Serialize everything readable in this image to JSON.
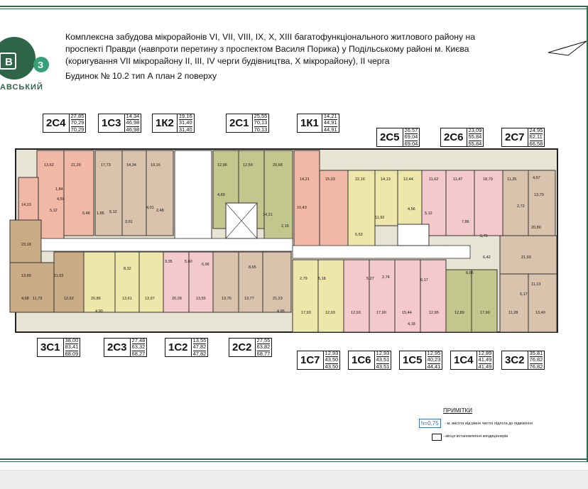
{
  "header": {
    "logo_letters": [
      "В",
      "З"
    ],
    "logo_text": "АВСЬКИЙ",
    "line1": "Комплексна забудова мікрорайонів VI, VII, VIII, IX, X, XIII багатофункціонального житлового району на",
    "line2": "проспекті Правди (навпроти перетину з проспектом Василя Порика) у Подільському районі м. Києва",
    "line3": "(коригування VII мікрорайону II, III, IV черги будівництва, X мікрорайону), II черга",
    "subtitle": "Будинок № 10.2   тип А   план 2 поверху"
  },
  "apartments_top": [
    {
      "code": "2С4",
      "v1": "27,85",
      "v2": "70,29",
      "v3": "70,29"
    },
    {
      "code": "1С3",
      "v1": "14,34",
      "v2": "46,98",
      "v3": "46,98"
    },
    {
      "code": "1К2",
      "v1": "19,16",
      "v2": "31,40",
      "v3": "31,40"
    },
    {
      "code": "2С1",
      "v1": "25,55",
      "v2": "70,13",
      "v3": "70,13"
    },
    {
      "code": "1К1",
      "v1": "14,21",
      "v2": "44,91",
      "v3": "44,91"
    },
    {
      "code": "2С5",
      "v1": "26,57",
      "v2": "69,04",
      "v3": "69,04"
    },
    {
      "code": "2С6",
      "v1": "23,09",
      "v2": "55,84",
      "v3": "55,84"
    },
    {
      "code": "2С7",
      "v1": "24,95",
      "v2": "62,11",
      "v3": "66,58"
    }
  ],
  "apartments_bottom": [
    {
      "code": "3С1",
      "v1": "38,00",
      "v2": "83,41",
      "v3": "88,09"
    },
    {
      "code": "2С3",
      "v1": "27,48",
      "v2": "63,32",
      "v3": "68,27"
    },
    {
      "code": "1С2",
      "v1": "13,55",
      "v2": "47,82",
      "v3": "47,82"
    },
    {
      "code": "2С2",
      "v1": "27,55",
      "v2": "63,82",
      "v3": "68,77"
    },
    {
      "code": "1С7",
      "v1": "12,93",
      "v2": "43,50",
      "v3": "43,50"
    },
    {
      "code": "1С6",
      "v1": "12,93",
      "v2": "43,51",
      "v3": "43,51"
    },
    {
      "code": "1С5",
      "v1": "12,95",
      "v2": "40,23",
      "v3": "44,41"
    },
    {
      "code": "1С4",
      "v1": "12,89",
      "v2": "41,49",
      "v3": "41,49"
    },
    {
      "code": "3С2",
      "v1": "35,81",
      "v2": "76,82",
      "v3": "76,82"
    }
  ],
  "room_areas": {
    "top": [
      "13,62",
      "21,20",
      "17,73",
      "14,34",
      "19,16",
      "12,96",
      "12,59",
      "20,68",
      "14,21",
      "15,03",
      "22,16",
      "14,13",
      "12,44",
      "11,62",
      "11,47",
      "18,79",
      "11,25",
      "4,67",
      "13,70"
    ],
    "mid": [
      "14,23",
      "1,84",
      "4,59",
      "5,12",
      "5,48",
      "1,85",
      "5,12",
      "3,01",
      "4,01",
      "2,48",
      "4,69",
      "14,21",
      "2,15",
      "10,43",
      "5,53",
      "11,92",
      "4,56",
      "5,12",
      "7,86",
      "5,75",
      "2,72",
      "20,80",
      "23,18"
    ],
    "low": [
      "13,65",
      "11,63",
      "8,32",
      "3,35",
      "5,60",
      "6,96",
      "8,65",
      "2,79",
      "5,18",
      "5,27",
      "2,74",
      "6,17",
      "6,06",
      "6,42",
      "21,93",
      "11,13",
      "5,17"
    ],
    "bottom": [
      "4,68",
      "11,73",
      "12,62",
      "20,86",
      "4,90",
      "13,61",
      "13,97",
      "20,28",
      "13,55",
      "13,76",
      "13,77",
      "21,23",
      "4,95",
      "17,93",
      "12,93",
      "12,93",
      "17,90",
      "15,44",
      "12,95",
      "12,89",
      "17,90",
      "11,28",
      "13,40",
      "4,18"
    ]
  },
  "notes": {
    "title": "ПРИМІТКИ",
    "h_label": "h=0,75",
    "h_text": "- м, висота від рівня чистої підлоги до підвіконня",
    "ac_text": "- місця встановлення кондиціонерів"
  },
  "colors": {
    "frame": "#2f6b4a",
    "logo": "#2e6448",
    "salmon": "#f2b8a6",
    "rose": "#f4c9cc",
    "beige": "#d9c3ad",
    "olive": "#c3c78d",
    "cream": "#ede8a9",
    "tan": "#c9ac86",
    "light": "#e8e4d4"
  }
}
